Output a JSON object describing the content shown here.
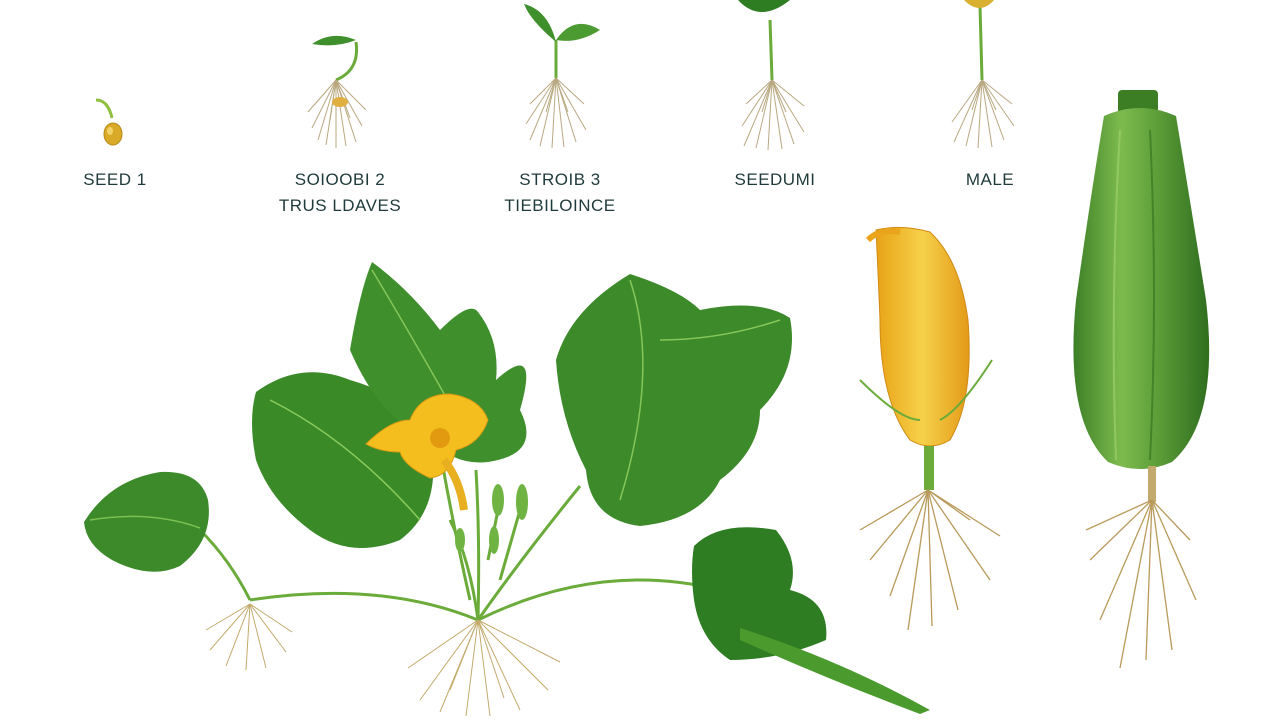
{
  "stages": [
    {
      "label": "SEED 1"
    },
    {
      "label": "SOIOOBI 2",
      "sublabel": "TRUS LDAVES"
    },
    {
      "label": "STROIB 3",
      "sublabel": "TIEBILOINCE"
    },
    {
      "label": "SEEDUMI"
    },
    {
      "label": "MALE"
    }
  ],
  "colors": {
    "leaf_dark": "#2f7d23",
    "leaf_light": "#5fa83a",
    "stem": "#6aab3a",
    "flower": "#f2b51c",
    "flower_dark": "#d88a12",
    "root": "#b89a5a",
    "zucchini_dark": "#3e8a2a",
    "zucchini_light": "#8cc459",
    "seed": "#d9a928"
  },
  "icons": [
    "seed-icon",
    "sprout-icon",
    "seedling-icon",
    "leaf-icon",
    "flower-icon",
    "zucchini-icon",
    "root-icon"
  ]
}
